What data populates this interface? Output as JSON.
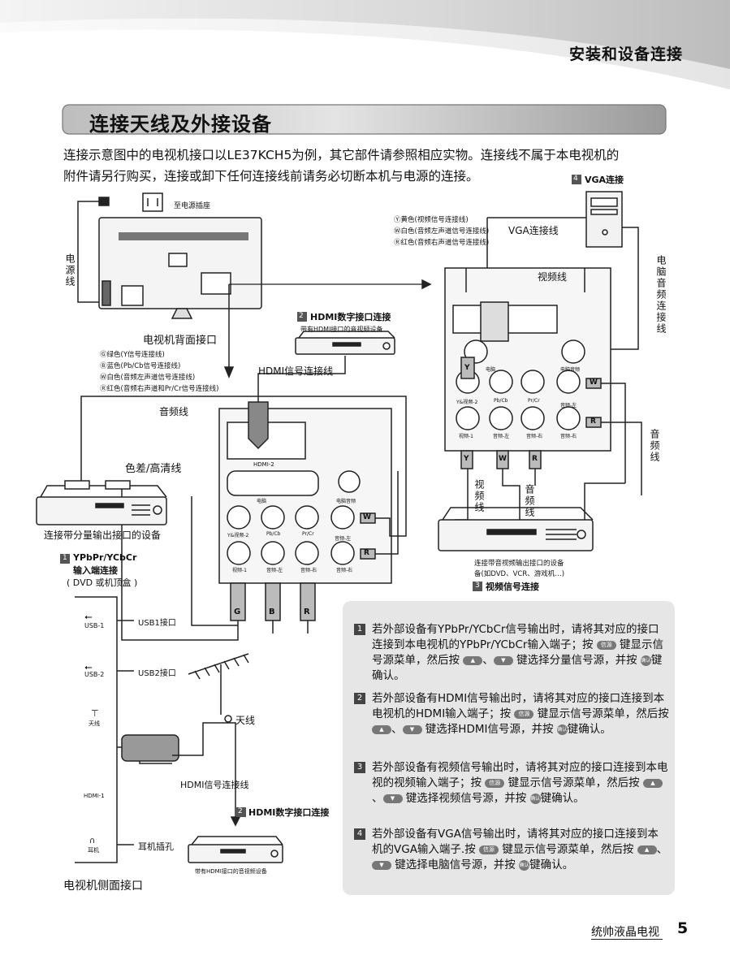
{
  "header": {
    "chapter_title": "安装和设备连接"
  },
  "section": {
    "title": "连接天线及外接设备"
  },
  "intro": {
    "line1": "连接示意图中的电视机接口以LE37KCH5为例，其它部件请参照相应实物。连接线不属于本电视机的",
    "line2": "附件请另行购买，连接或卸下任何连接线前请务必切断本机与电源的连接。"
  },
  "diagram": {
    "power_outlet": "至电源插座",
    "power_cable": "电源线",
    "tv_back": "电视机背面接口",
    "legend_top": [
      "Ⓨ黄色(视频信号连接线)",
      "Ⓦ白色(音频左声道信号连接线)",
      "Ⓡ红色(音频右声道信号连接线)"
    ],
    "legend_left": [
      "Ⓖ绿色(Y信号连接线)",
      "Ⓑ蓝色(Pb/Cb信号连接线)",
      "Ⓦ白色(音频左声道信号连接线)",
      "Ⓡ红色(音频右声道和Pr/Cr信号连接线)"
    ],
    "vga_num": "4",
    "vga_title": "VGA连接",
    "vga_cable": "VGA连接线",
    "pc_audio_cable": "电脑音频连接线",
    "video_cable_top": "视频线",
    "hdmi_num": "2",
    "hdmi_title": "HDMI数字接口连接",
    "hdmi_device": "带有HDMI接口的音视频设备",
    "hdmi_cable": "HDMI信号连接线",
    "audio_cable": "音频线",
    "component_label": "色差/高清线",
    "component_device": "连接带分量输出接口的设备",
    "ypbpr_num": "1",
    "ypbpr_title": "YPbPr/YCbCr",
    "ypbpr_title2": "输入端连接",
    "ypbpr_sub": "( DVD 或机顶盒 )",
    "panel_ports": {
      "hdmi2": "HDMI-2",
      "pc": "电脑",
      "pc_audio": "电脑音频",
      "y_video2": "Y&视频-2",
      "pbcb": "Pb/Cb",
      "prcr": "Pr/Cr",
      "audio_l": "音频-左",
      "audio_r": "音频-右",
      "video1": "视频-1"
    },
    "plug_letters": {
      "g": "G",
      "b": "B",
      "r": "R",
      "y": "Y",
      "w": "W"
    },
    "video_cable": "视频线",
    "audio_cable2": "音频线",
    "audio_cable_right": "音频线",
    "av_device": "连接带音视频输出接口的设备",
    "av_device2": "备(如DVD、VCR、游戏机…)",
    "video_num": "3",
    "video_title": "视频信号连接",
    "side": {
      "usb1": "USB-1",
      "usb1_label": "USB1接口",
      "usb2": "USB-2",
      "usb2_label": "USB2接口",
      "antenna_port": "天线",
      "antenna_label": "天线",
      "hdmi1": "HDMI-1",
      "hdmi1_cable": "HDMI信号连接线",
      "hdmi_num": "2",
      "hdmi_title": "HDMI数字接口连接",
      "hdmi_device": "带有HDMI接口的音视频设备",
      "earphone": "耳机",
      "earphone_label": "耳机插孔",
      "title": "电视机侧面接口"
    }
  },
  "keys": {
    "source": "信源",
    "up": "▲",
    "down": "▼",
    "ok": "确认"
  },
  "info": [
    {
      "num": "1",
      "p1": "若外部设备有YPbPr/YCbCr信号输出时，请将其对应的接口连接到本电视机的YPbPr/YCbCr输入端子；按",
      "p2": "键显示信号源菜单，然后按",
      "p3": "、",
      "p4": "键选择分量信号源，并按",
      "p5": "键确认。"
    },
    {
      "num": "2",
      "p1": "若外部设备有HDMI信号输出时，请将其对应的接口连接到本电视机的HDMI输入端子；按",
      "p2": "键显示信号源菜单，然后按",
      "p3": "、",
      "p4": "键选择HDMI信号源，并按",
      "p5": "键确认。"
    },
    {
      "num": "3",
      "p1": "若外部设备有视频信号输出时，请将其对应的接口连接到本电视的视频输入端子；按",
      "p2": "键显示信号源菜单，然后按",
      "p3": "、",
      "p4": "键选择视频信号源，并按",
      "p5": "键确认。"
    },
    {
      "num": "4",
      "p1": "若外部设备有VGA信号输出时，请将其对应的接口连接到本机的VGA输入端子.按",
      "p2": "键显示信号源菜单，然后按",
      "p3": "、",
      "p4": "键选择电脑信号源，并按",
      "p5": "键确认。"
    }
  ],
  "footer": {
    "brand": "统帅液晶电视",
    "page": "5"
  }
}
